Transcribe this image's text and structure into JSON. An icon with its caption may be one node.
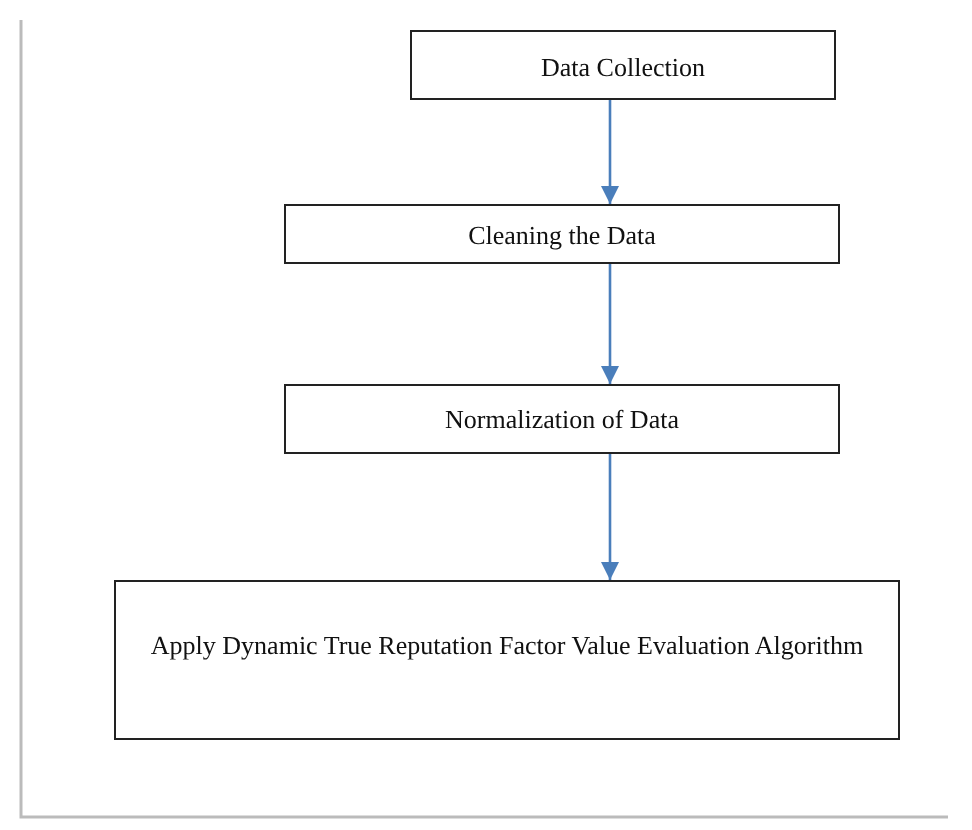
{
  "diagram": {
    "nodes": [
      {
        "text": [
          "Data Collection"
        ]
      },
      {
        "text": [
          "Cleaning the Data"
        ]
      },
      {
        "text": [
          "Normalization of Data"
        ]
      },
      {
        "text": [
          "Apply Dynamic True Reputation Factor Value Evaluation Algorithm"
        ]
      }
    ],
    "edges": [
      {
        "from": 0,
        "to": 1,
        "arrow": "to"
      },
      {
        "from": 1,
        "to": 2,
        "arrow": "to"
      },
      {
        "from": 2,
        "to": 3,
        "arrow": "to"
      }
    ]
  }
}
